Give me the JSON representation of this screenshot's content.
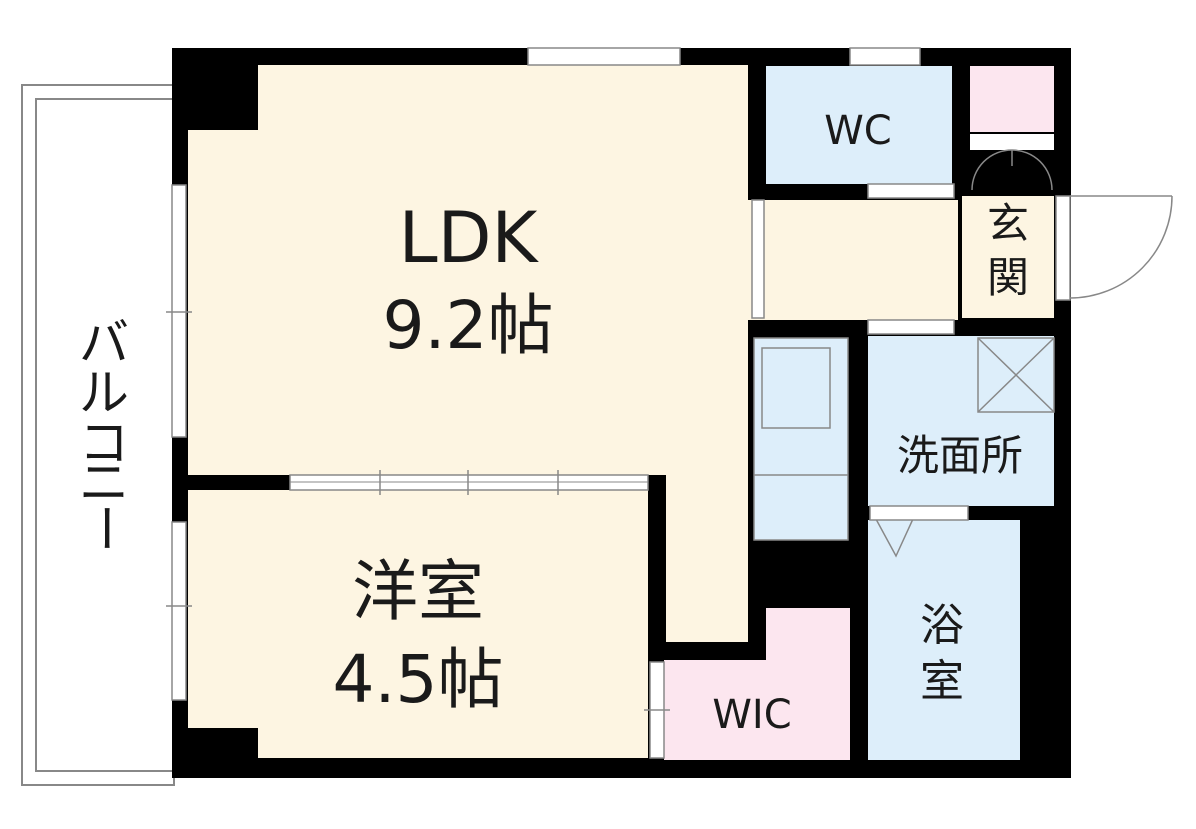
{
  "rooms": {
    "ldk": {
      "name": "LDK",
      "size": "9.2帖"
    },
    "western": {
      "name": "洋室",
      "size": "4.5帖"
    },
    "wc": {
      "name": "WC"
    },
    "entrance": {
      "chars": [
        "玄",
        "関"
      ]
    },
    "washroom": {
      "name": "洗面所"
    },
    "bath": {
      "chars": [
        "浴",
        "室"
      ]
    },
    "wic": {
      "name": "WIC"
    },
    "balcony": {
      "chars": [
        "バ",
        "ル",
        "コ",
        "ニ",
        "ー"
      ]
    }
  },
  "colors": {
    "wall": "#000000",
    "living_floor": "#fdf5e2",
    "wet_area": "#ddeefa",
    "closet": "#fce6ef",
    "balcony": "#ffffff",
    "line": "#777777"
  }
}
